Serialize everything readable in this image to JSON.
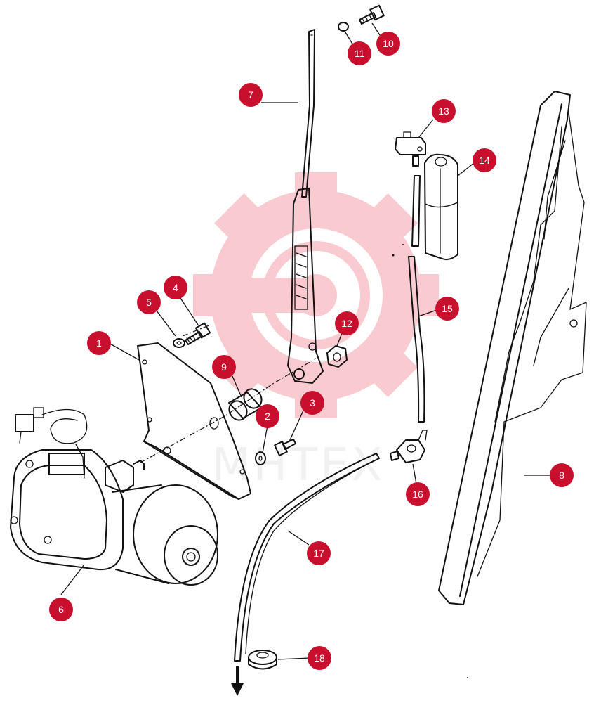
{
  "watermark": {
    "text": "МНТЕХ",
    "color": "#e8112d"
  },
  "callout_color": "#c8102e",
  "callouts": [
    {
      "number": "1",
      "part": "mounting-bracket"
    },
    {
      "number": "2",
      "part": "washer"
    },
    {
      "number": "3",
      "part": "bolt"
    },
    {
      "number": "4",
      "part": "bolt"
    },
    {
      "number": "5",
      "part": "washer"
    },
    {
      "number": "6",
      "part": "wiper-motor"
    },
    {
      "number": "7",
      "part": "wiper-arm"
    },
    {
      "number": "8",
      "part": "wiper-blade"
    },
    {
      "number": "9",
      "part": "spacer"
    },
    {
      "number": "10",
      "part": "bolt"
    },
    {
      "number": "11",
      "part": "washer"
    },
    {
      "number": "12",
      "part": "nut"
    },
    {
      "number": "13",
      "part": "connector"
    },
    {
      "number": "14",
      "part": "washer-reservoir-cap"
    },
    {
      "number": "15",
      "part": "hose"
    },
    {
      "number": "16",
      "part": "washer-jet"
    },
    {
      "number": "17",
      "part": "hose"
    },
    {
      "number": "18",
      "part": "grommet"
    }
  ]
}
